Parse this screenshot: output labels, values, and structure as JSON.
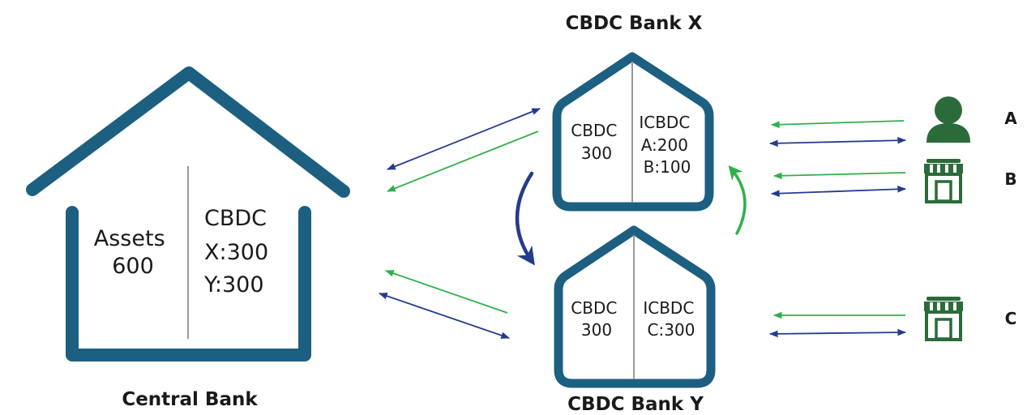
{
  "central_bank": {
    "label": "Central Bank",
    "left_col": [
      "Assets",
      "600"
    ],
    "right_col": [
      "CBDC",
      "X:300",
      "Y:300"
    ]
  },
  "bank_x": {
    "label": "CBDC Bank X",
    "left_col": [
      "CBDC",
      "300"
    ],
    "right_col": [
      "ICBDC",
      "A:200",
      "B:100"
    ]
  },
  "bank_y": {
    "label": "CBDC Bank Y",
    "left_col": [
      "CBDC",
      "300"
    ],
    "right_col": [
      "ICBDC",
      "C:300"
    ]
  },
  "parties": [
    {
      "label": "A",
      "icon": "person-icon"
    },
    {
      "label": "B",
      "icon": "storefront-icon"
    },
    {
      "label": "C",
      "icon": "storefront-icon"
    }
  ],
  "colors": {
    "house": "#1c5f80",
    "arrow_blue": "#243c8c",
    "arrow_green": "#2db14a",
    "icon_green": "#2b6b3a",
    "divider": "#999999"
  }
}
